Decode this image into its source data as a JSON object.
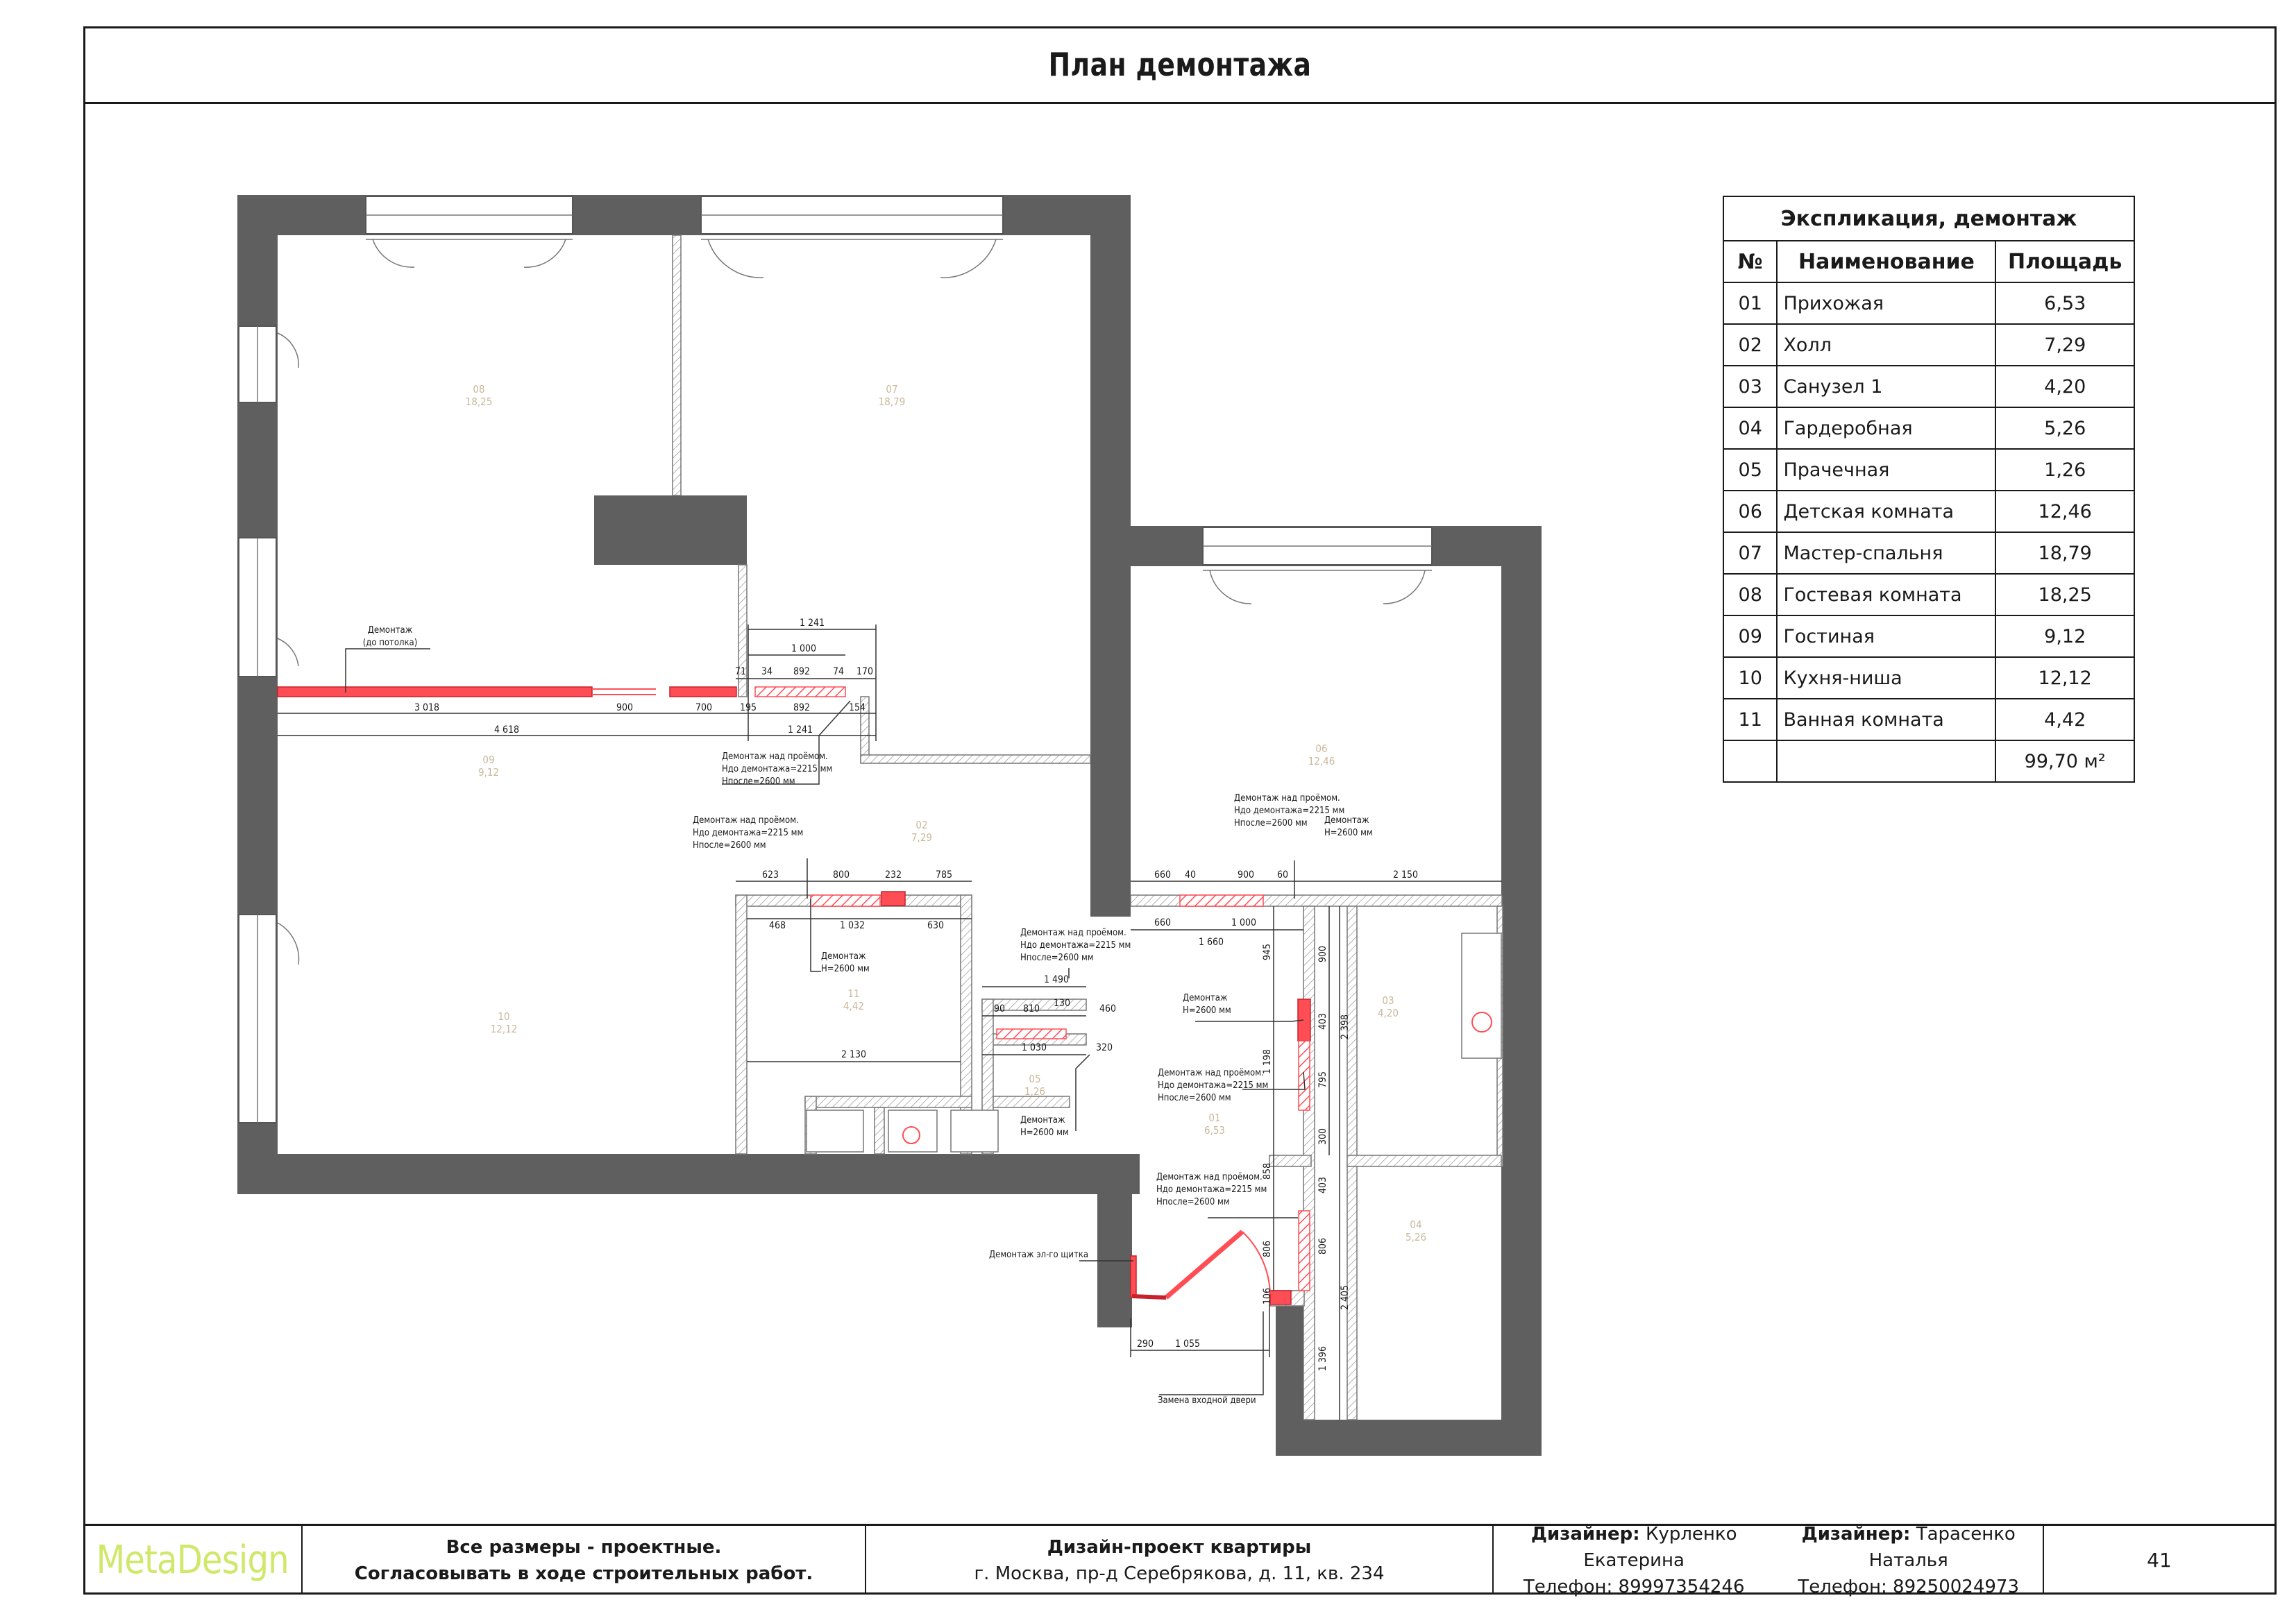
{
  "page_title": "План демонтажа",
  "rooms": [
    {
      "no": "08",
      "area": "18,25"
    },
    {
      "no": "07",
      "area": "18,79"
    },
    {
      "no": "09",
      "area": "9,12"
    },
    {
      "no": "02",
      "area": "7,29"
    },
    {
      "no": "06",
      "area": "12,46"
    },
    {
      "no": "11",
      "area": "4,42"
    },
    {
      "no": "10",
      "area": "12,12"
    },
    {
      "no": "05",
      "area": "1,26"
    },
    {
      "no": "01",
      "area": "6,53"
    },
    {
      "no": "03",
      "area": "4,20"
    },
    {
      "no": "04",
      "area": "5,26"
    }
  ],
  "notes": {
    "demontazh": "Демонтаж",
    "do_potolka": "(до потолка)",
    "nad_proemom": "Демонтаж над проёмом.",
    "h_do": "Hдо демонтажа=2215 мм",
    "h_posle": "Hпосле=2600 мм",
    "h2600": "H=2600 мм",
    "elshit": "Демонтаж эл-го щитка",
    "door": "Замена входной двери"
  },
  "dims": {
    "d1241": "1 241",
    "d1000": "1 000",
    "d71": "71",
    "d34": "34",
    "d892": "892",
    "d74": "74",
    "d170": "170",
    "d3018": "3 018",
    "d900": "900",
    "d700": "700",
    "d195": "195",
    "d154": "154",
    "d4618": "4 618",
    "d623": "623",
    "d800": "800",
    "d232": "232",
    "d785": "785",
    "d468": "468",
    "d1032": "1 032",
    "d630": "630",
    "d660": "660",
    "d40": "40",
    "d60": "60",
    "d2150": "2 150",
    "d1660": "1 660",
    "d945": "945",
    "d1490": "1 490",
    "d90": "90",
    "d810": "810",
    "d130": "130",
    "d460": "460",
    "d1030": "1 030",
    "d320": "320",
    "d2130": "2 130",
    "d403": "403",
    "d2398": "2 398",
    "d1198": "1 198",
    "d795": "795",
    "d300": "300",
    "d858": "858",
    "d806": "806",
    "d106": "106",
    "d2405": "2 405",
    "d1396": "1 396",
    "d290": "290",
    "d1055": "1 055"
  },
  "explication": {
    "caption": "Экспликация, демонтаж",
    "headers": [
      "№",
      "Наименование",
      "Площадь"
    ],
    "rows": [
      [
        "01",
        "Прихожая",
        "6,53"
      ],
      [
        "02",
        "Холл",
        "7,29"
      ],
      [
        "03",
        "Санузел 1",
        "4,20"
      ],
      [
        "04",
        "Гардеробная",
        "5,26"
      ],
      [
        "05",
        "Прачечная",
        "1,26"
      ],
      [
        "06",
        "Детская комната",
        "12,46"
      ],
      [
        "07",
        "Мастер-спальня",
        "18,79"
      ],
      [
        "08",
        "Гостевая комната",
        "18,25"
      ],
      [
        "09",
        "Гостиная",
        "9,12"
      ],
      [
        "10",
        "Кухня-ниша",
        "12,12"
      ],
      [
        "11",
        "Ванная комната",
        "4,42"
      ]
    ],
    "total": "99,70 м²"
  },
  "footer": {
    "logo": "MetaDesign",
    "note1": "Все размеры - проектные.",
    "note2": "Согласовывать в ходе строительных работ.",
    "project": "Дизайн-проект квартиры",
    "address": "г. Москва, пр-д Серебрякова, д. 11, кв. 234",
    "designer_label": "Дизайнер:",
    "designer1": "Курленко Екатерина",
    "phone1": "Телефон: 89997354246",
    "designer2": "Тарасенко Наталья",
    "phone2": "Телефон: 89250024973",
    "page": "41"
  },
  "colors": {
    "wall": "#5f5f5f",
    "demolition": "#ff4d55",
    "room_label": "#c9b89a"
  }
}
